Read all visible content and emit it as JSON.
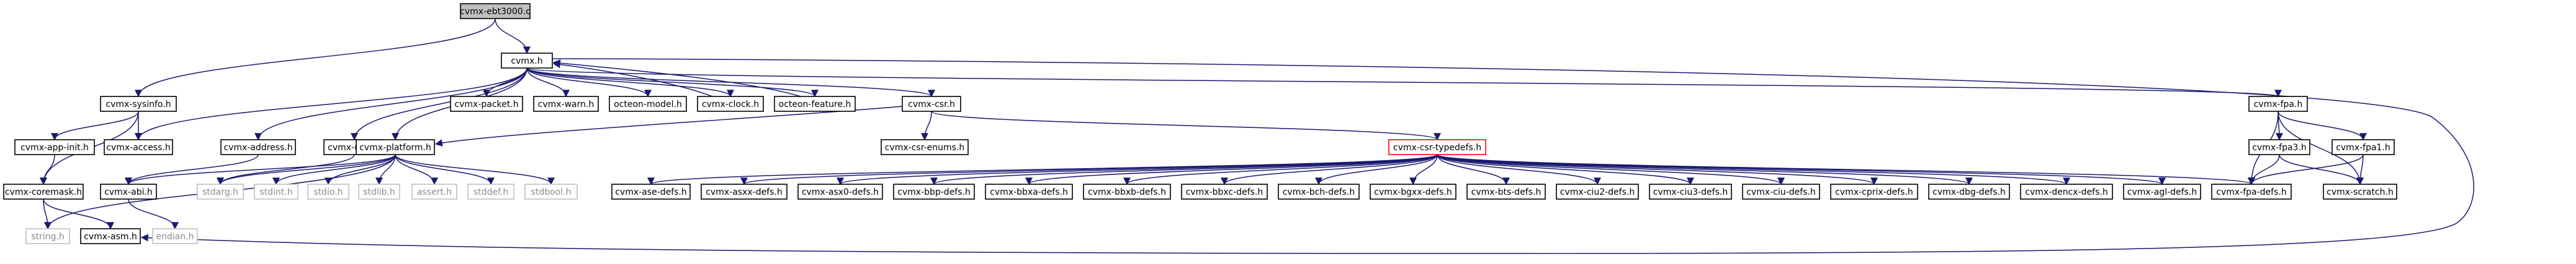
{
  "graph": {
    "root": "cvmx-ebt3000.c",
    "colors": {
      "edge": "#191970",
      "node_border": "#000000",
      "node_fill": "#ffffff",
      "root_fill": "#bfbfbf",
      "system_border": "#bfbfbf",
      "system_text": "#8c8c8c",
      "truncated_border": "#ff0000"
    },
    "nodes": [
      {
        "id": "cvmx_ebt3000_c",
        "label": "cvmx-ebt3000.c",
        "kind": "root"
      },
      {
        "id": "cvmx_h",
        "label": "cvmx.h",
        "kind": "normal"
      },
      {
        "id": "cvmx_sysinfo_h",
        "label": "cvmx-sysinfo.h",
        "kind": "normal"
      },
      {
        "id": "cvmx_packet_h",
        "label": "cvmx-packet.h",
        "kind": "normal"
      },
      {
        "id": "cvmx_warn_h",
        "label": "cvmx-warn.h",
        "kind": "normal"
      },
      {
        "id": "octeon_model_h",
        "label": "octeon-model.h",
        "kind": "normal"
      },
      {
        "id": "cvmx_clock_h",
        "label": "cvmx-clock.h",
        "kind": "normal"
      },
      {
        "id": "octeon_feature_h",
        "label": "octeon-feature.h",
        "kind": "normal"
      },
      {
        "id": "cvmx_csr_h",
        "label": "cvmx-csr.h",
        "kind": "normal"
      },
      {
        "id": "cvmx_fpa_h",
        "label": "cvmx-fpa.h",
        "kind": "normal"
      },
      {
        "id": "cvmx_app_init_h",
        "label": "cvmx-app-init.h",
        "kind": "normal"
      },
      {
        "id": "cvmx_access_h",
        "label": "cvmx-access.h",
        "kind": "normal"
      },
      {
        "id": "cvmx_address_h",
        "label": "cvmx-address.h",
        "kind": "normal"
      },
      {
        "id": "cvmx_utils_h",
        "label": "cvmx-utils.h",
        "kind": "normal"
      },
      {
        "id": "cvmx_platform_h",
        "label": "cvmx-platform.h",
        "kind": "normal"
      },
      {
        "id": "cvmx_csr_enums_h",
        "label": "cvmx-csr-enums.h",
        "kind": "normal"
      },
      {
        "id": "cvmx_csr_typedefs_h",
        "label": "cvmx-csr-typedefs.h",
        "kind": "truncated"
      },
      {
        "id": "cvmx_fpa3_h",
        "label": "cvmx-fpa3.h",
        "kind": "normal"
      },
      {
        "id": "cvmx_fpa1_h",
        "label": "cvmx-fpa1.h",
        "kind": "normal"
      },
      {
        "id": "cvmx_coremask_h",
        "label": "cvmx-coremask.h",
        "kind": "normal"
      },
      {
        "id": "cvmx_abi_h",
        "label": "cvmx-abi.h",
        "kind": "normal"
      },
      {
        "id": "stdarg_h",
        "label": "stdarg.h",
        "kind": "system"
      },
      {
        "id": "stdint_h",
        "label": "stdint.h",
        "kind": "system"
      },
      {
        "id": "stdio_h",
        "label": "stdio.h",
        "kind": "system"
      },
      {
        "id": "stdlib_h",
        "label": "stdlib.h",
        "kind": "system"
      },
      {
        "id": "assert_h",
        "label": "assert.h",
        "kind": "system"
      },
      {
        "id": "stddef_h",
        "label": "stddef.h",
        "kind": "system"
      },
      {
        "id": "stdbool_h",
        "label": "stdbool.h",
        "kind": "system"
      },
      {
        "id": "cvmx_ase_defs_h",
        "label": "cvmx-ase-defs.h",
        "kind": "normal"
      },
      {
        "id": "cvmx_asxx_defs_h",
        "label": "cvmx-asxx-defs.h",
        "kind": "normal"
      },
      {
        "id": "cvmx_asx0_defs_h",
        "label": "cvmx-asx0-defs.h",
        "kind": "normal"
      },
      {
        "id": "cvmx_bbp_defs_h",
        "label": "cvmx-bbp-defs.h",
        "kind": "normal"
      },
      {
        "id": "cvmx_bbxa_defs_h",
        "label": "cvmx-bbxa-defs.h",
        "kind": "normal"
      },
      {
        "id": "cvmx_bbxb_defs_h",
        "label": "cvmx-bbxb-defs.h",
        "kind": "normal"
      },
      {
        "id": "cvmx_bbxc_defs_h",
        "label": "cvmx-bbxc-defs.h",
        "kind": "normal"
      },
      {
        "id": "cvmx_bch_defs_h",
        "label": "cvmx-bch-defs.h",
        "kind": "normal"
      },
      {
        "id": "cvmx_bgxx_defs_h",
        "label": "cvmx-bgxx-defs.h",
        "kind": "normal"
      },
      {
        "id": "cvmx_bts_defs_h",
        "label": "cvmx-bts-defs.h",
        "kind": "normal"
      },
      {
        "id": "cvmx_ciu2_defs_h",
        "label": "cvmx-ciu2-defs.h",
        "kind": "normal"
      },
      {
        "id": "cvmx_ciu3_defs_h",
        "label": "cvmx-ciu3-defs.h",
        "kind": "normal"
      },
      {
        "id": "cvmx_ciu_defs_h",
        "label": "cvmx-ciu-defs.h",
        "kind": "normal"
      },
      {
        "id": "cvmx_cprix_defs_h",
        "label": "cvmx-cprix-defs.h",
        "kind": "normal"
      },
      {
        "id": "cvmx_dbg_defs_h",
        "label": "cvmx-dbg-defs.h",
        "kind": "normal"
      },
      {
        "id": "cvmx_dencx_defs_h",
        "label": "cvmx-dencx-defs.h",
        "kind": "normal"
      },
      {
        "id": "cvmx_agl_defs_h",
        "label": "cvmx-agl-defs.h",
        "kind": "normal"
      },
      {
        "id": "cvmx_fpa_defs_h",
        "label": "cvmx-fpa-defs.h",
        "kind": "normal"
      },
      {
        "id": "cvmx_scratch_h",
        "label": "cvmx-scratch.h",
        "kind": "normal"
      },
      {
        "id": "string_h",
        "label": "string.h",
        "kind": "system"
      },
      {
        "id": "cvmx_asm_h",
        "label": "cvmx-asm.h",
        "kind": "normal"
      },
      {
        "id": "endian_h",
        "label": "endian.h",
        "kind": "system"
      }
    ],
    "edges": [
      [
        "cvmx_ebt3000_c",
        "cvmx_h"
      ],
      [
        "cvmx_ebt3000_c",
        "cvmx_sysinfo_h"
      ],
      [
        "cvmx_h",
        "cvmx_packet_h"
      ],
      [
        "cvmx_h",
        "cvmx_warn_h"
      ],
      [
        "cvmx_h",
        "octeon_model_h"
      ],
      [
        "cvmx_h",
        "cvmx_clock_h"
      ],
      [
        "cvmx_h",
        "octeon_feature_h"
      ],
      [
        "cvmx_h",
        "cvmx_csr_h"
      ],
      [
        "cvmx_h",
        "cvmx_fpa_h"
      ],
      [
        "cvmx_h",
        "cvmx_access_h"
      ],
      [
        "cvmx_h",
        "cvmx_address_h"
      ],
      [
        "cvmx_h",
        "cvmx_utils_h"
      ],
      [
        "cvmx_h",
        "cvmx_platform_h"
      ],
      [
        "cvmx_h",
        "cvmx_asm_h"
      ],
      [
        "cvmx_sysinfo_h",
        "cvmx_app_init_h"
      ],
      [
        "cvmx_sysinfo_h",
        "cvmx_access_h"
      ],
      [
        "cvmx_sysinfo_h",
        "cvmx_coremask_h"
      ],
      [
        "cvmx_app_init_h",
        "cvmx_coremask_h"
      ],
      [
        "cvmx_coremask_h",
        "cvmx_asm_h"
      ],
      [
        "cvmx_coremask_h",
        "string_h"
      ],
      [
        "cvmx_address_h",
        "cvmx_abi_h"
      ],
      [
        "cvmx_utils_h",
        "stdarg_h"
      ],
      [
        "cvmx_platform_h",
        "cvmx_abi_h"
      ],
      [
        "cvmx_platform_h",
        "stdarg_h"
      ],
      [
        "cvmx_platform_h",
        "stdint_h"
      ],
      [
        "cvmx_platform_h",
        "stdio_h"
      ],
      [
        "cvmx_platform_h",
        "stdlib_h"
      ],
      [
        "cvmx_platform_h",
        "assert_h"
      ],
      [
        "cvmx_platform_h",
        "stddef_h"
      ],
      [
        "cvmx_platform_h",
        "stdbool_h"
      ],
      [
        "cvmx_platform_h",
        "string_h"
      ],
      [
        "cvmx_abi_h",
        "endian_h"
      ],
      [
        "cvmx_csr_h",
        "cvmx_platform_h"
      ],
      [
        "cvmx_csr_h",
        "cvmx_csr_enums_h"
      ],
      [
        "cvmx_csr_h",
        "cvmx_csr_typedefs_h"
      ],
      [
        "cvmx_csr_typedefs_h",
        "cvmx_ase_defs_h"
      ],
      [
        "cvmx_csr_typedefs_h",
        "cvmx_asxx_defs_h"
      ],
      [
        "cvmx_csr_typedefs_h",
        "cvmx_asx0_defs_h"
      ],
      [
        "cvmx_csr_typedefs_h",
        "cvmx_bbp_defs_h"
      ],
      [
        "cvmx_csr_typedefs_h",
        "cvmx_bbxa_defs_h"
      ],
      [
        "cvmx_csr_typedefs_h",
        "cvmx_bbxb_defs_h"
      ],
      [
        "cvmx_csr_typedefs_h",
        "cvmx_bbxc_defs_h"
      ],
      [
        "cvmx_csr_typedefs_h",
        "cvmx_bch_defs_h"
      ],
      [
        "cvmx_csr_typedefs_h",
        "cvmx_bgxx_defs_h"
      ],
      [
        "cvmx_csr_typedefs_h",
        "cvmx_bts_defs_h"
      ],
      [
        "cvmx_csr_typedefs_h",
        "cvmx_ciu2_defs_h"
      ],
      [
        "cvmx_csr_typedefs_h",
        "cvmx_ciu3_defs_h"
      ],
      [
        "cvmx_csr_typedefs_h",
        "cvmx_ciu_defs_h"
      ],
      [
        "cvmx_csr_typedefs_h",
        "cvmx_cprix_defs_h"
      ],
      [
        "cvmx_csr_typedefs_h",
        "cvmx_dbg_defs_h"
      ],
      [
        "cvmx_csr_typedefs_h",
        "cvmx_dencx_defs_h"
      ],
      [
        "cvmx_csr_typedefs_h",
        "cvmx_agl_defs_h"
      ],
      [
        "cvmx_csr_typedefs_h",
        "cvmx_fpa_defs_h"
      ],
      [
        "cvmx_fpa_h",
        "cvmx_fpa3_h"
      ],
      [
        "cvmx_fpa_h",
        "cvmx_fpa1_h"
      ],
      [
        "cvmx_fpa_h",
        "cvmx_fpa_defs_h"
      ],
      [
        "cvmx_fpa_h",
        "cvmx_scratch_h"
      ],
      [
        "cvmx_fpa3_h",
        "cvmx_fpa_defs_h"
      ],
      [
        "cvmx_fpa3_h",
        "cvmx_scratch_h"
      ],
      [
        "cvmx_fpa1_h",
        "cvmx_fpa_defs_h"
      ],
      [
        "cvmx_fpa1_h",
        "cvmx_scratch_h"
      ],
      [
        "cvmx_clock_h",
        "cvmx_h"
      ],
      [
        "octeon_feature_h",
        "cvmx_h"
      ]
    ]
  }
}
